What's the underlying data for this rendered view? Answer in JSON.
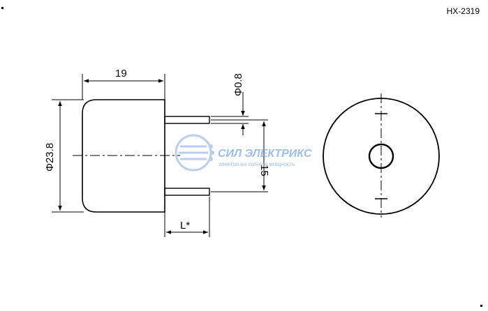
{
  "model": "HX-2319",
  "dimensions": {
    "length": "19",
    "diameter": "Φ23.8",
    "pin_diameter": "Φ0.8",
    "pin_spacing": "15",
    "lead_length": "L*"
  },
  "watermark": {
    "brand": "СИЛ ЭЛЕКТРИКС",
    "tagline": "электро на полную мощность"
  },
  "colors": {
    "line": "#000000",
    "watermark": "#7fa6e6"
  }
}
